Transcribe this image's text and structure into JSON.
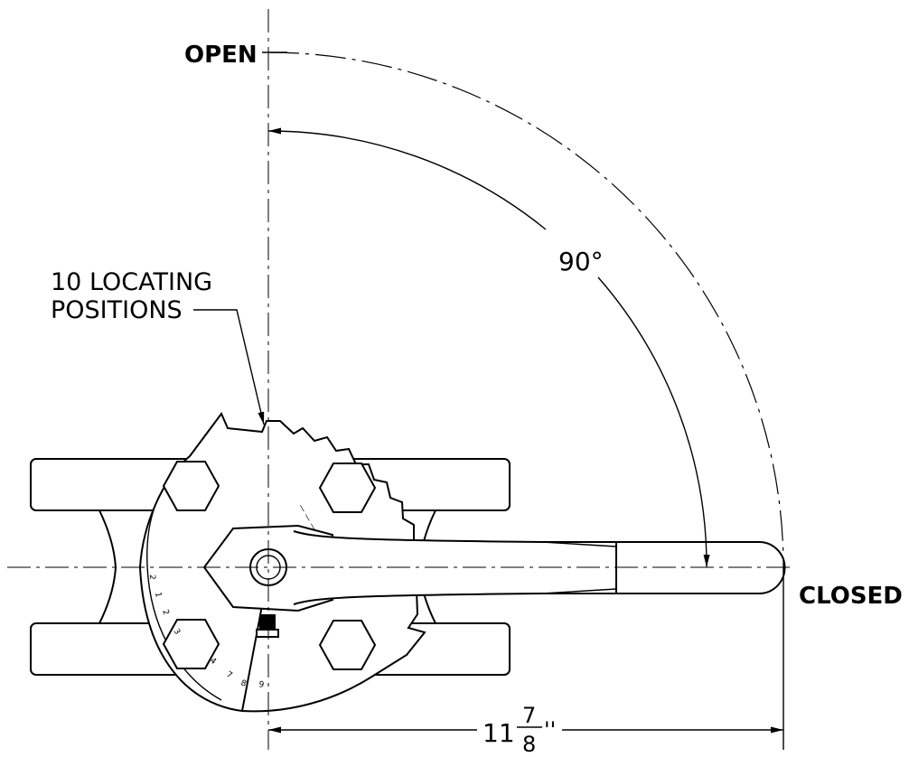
{
  "labels": {
    "open": "OPEN",
    "closed": "CLOSED",
    "angle": "90°",
    "locating_line1": "10 LOCATING",
    "locating_line2": "POSITIONS",
    "dimension_whole": "11",
    "dimension_numerator": "7",
    "dimension_denominator": "8",
    "dimension_unit": "''"
  }
}
